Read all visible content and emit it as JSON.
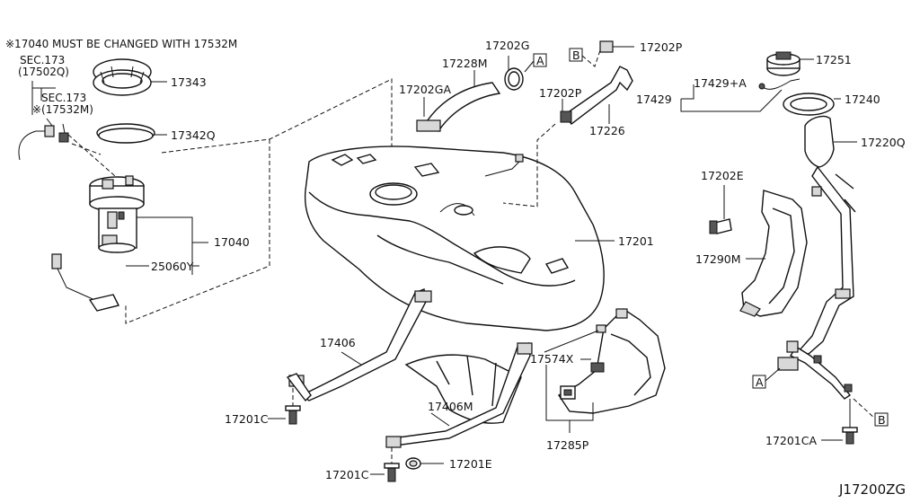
{
  "diagram": {
    "note": "※17040 MUST BE CHANGED WITH 17532M",
    "sec_ref_1": "SEC.173",
    "sec_ref_1_sub": "(17502Q)",
    "sec_ref_2": "SEC.173",
    "sec_ref_2_sub": "※(17532M)",
    "diagram_code": "J17200ZG",
    "callouts": {
      "p17343": "17343",
      "p17342q": "17342Q",
      "p17040": "17040",
      "p25060y": "25060Y",
      "p17228m": "17228M",
      "p17202ga": "17202GA",
      "p17202g": "17202G",
      "p17202p_top": "17202P",
      "p17202p_mid": "17202P",
      "p17226": "17226",
      "p17429a": "17429+A",
      "p17429": "17429",
      "p17251": "17251",
      "p17240": "17240",
      "p17220q": "17220Q",
      "p17202e": "17202E",
      "p17290m": "17290M",
      "p17201": "17201",
      "p17406": "17406",
      "p17406m": "17406M",
      "p17201c_left": "17201C",
      "p17201c_bottom": "17201C",
      "p17201e": "17201E",
      "p17574x": "17574X",
      "p17285p": "17285P",
      "p17201ca": "17201CA"
    },
    "markers": {
      "a_top": "A",
      "b_top": "B",
      "a_right": "A",
      "b_right": "B"
    }
  }
}
